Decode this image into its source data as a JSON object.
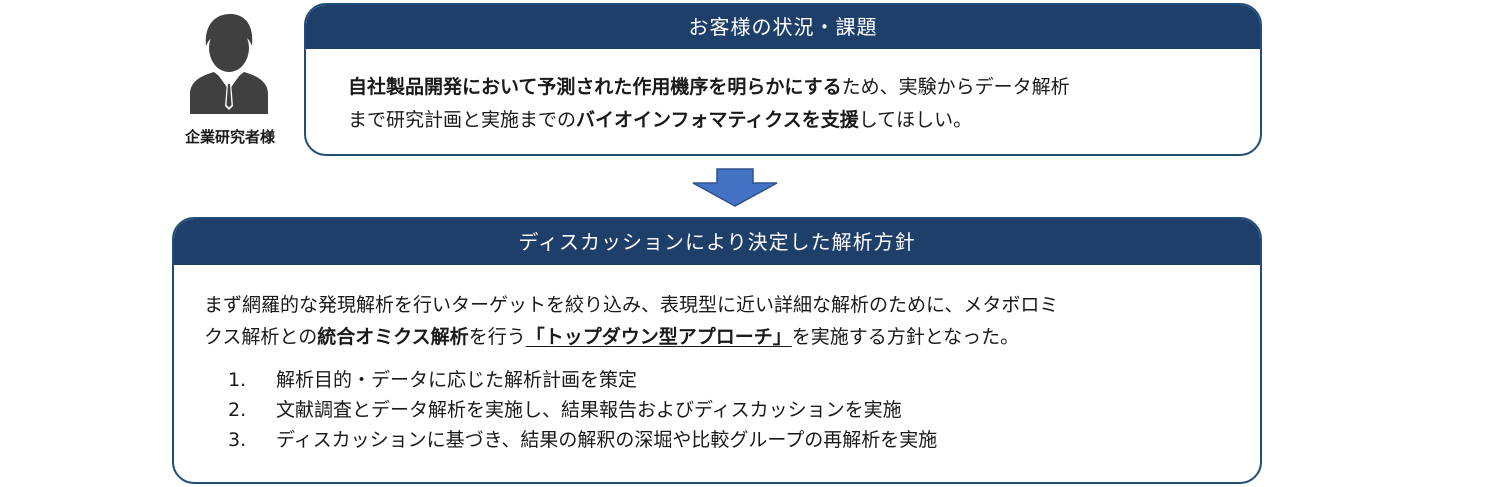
{
  "persona": {
    "label": "企業研究者様",
    "icon": "person-icon"
  },
  "situation": {
    "title": "お客様の状況・課題",
    "line1": {
      "bold": "自社製品開発において予測された作用機序を明らかにする",
      "normal": "ため、実験からデータ解析"
    },
    "line2": {
      "normal1": "まで研究計画と実施までの",
      "bold": "バイオインフォマティクスを支援",
      "normal2": "してほしい。"
    }
  },
  "arrow": {
    "icon": "down-arrow-icon",
    "color": "#4472c4"
  },
  "policy": {
    "title": "ディスカッションにより決定した解析方針",
    "line1": "まず網羅的な発現解析を行いターゲットを絞り込み、表現型に近い詳細な解析のために、メタボロミ",
    "line2": {
      "normal1": "クス解析との",
      "bold": "統合オミクス解析",
      "normal2": "を行う",
      "underline": "「トップダウン型アプローチ」",
      "normal3": "を実施する方針となった。"
    },
    "steps": [
      {
        "num": "1.",
        "text": "解析目的・データに応じた解析計画を策定"
      },
      {
        "num": "2.",
        "text": "文献調査とデータ解析を実施し、結果報告およびディスカッションを実施"
      },
      {
        "num": "3.",
        "text": "ディスカッションに基づき、結果の解釈の深堀や比較グループの再解析を実施"
      }
    ]
  },
  "colors": {
    "header": "#1f3f6b",
    "border": "#1f4e79",
    "icon": "#404040"
  }
}
